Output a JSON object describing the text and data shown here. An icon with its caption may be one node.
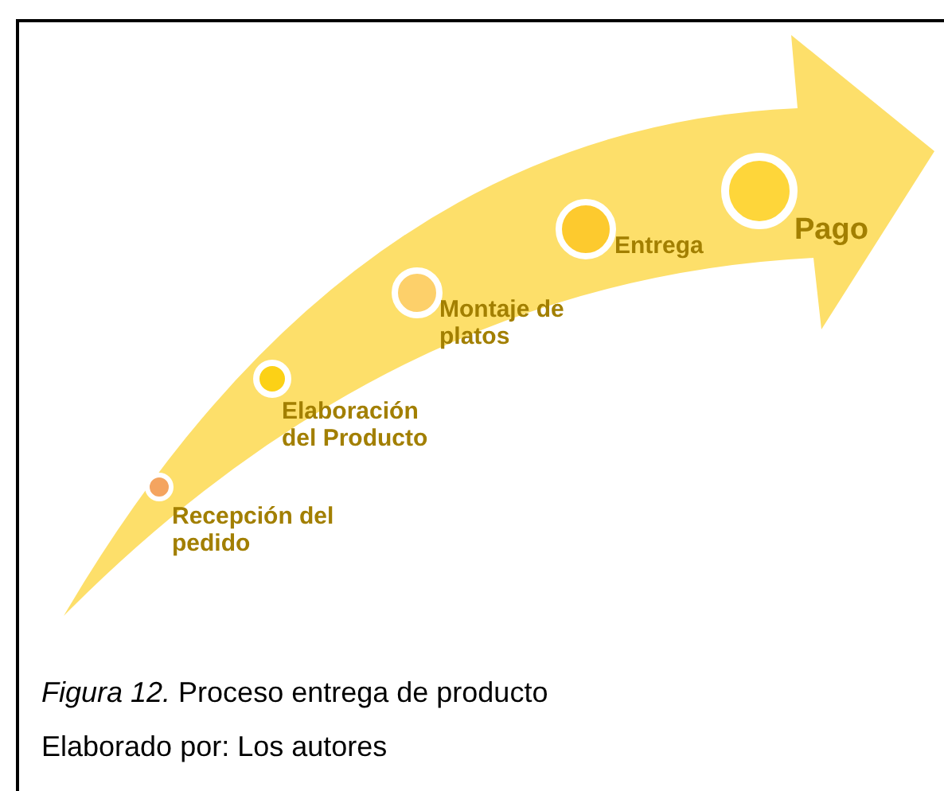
{
  "diagram": {
    "caption": "*Figura 12.* Proceso entrega de producto",
    "nodes": [
      {
        "text": [],
        "shape": "circle",
        "beside": [
          "Recepción del pedido"
        ]
      },
      {
        "text": [],
        "shape": "circle",
        "beside": [
          "Elaboración del Producto"
        ]
      },
      {
        "text": [],
        "shape": "circle",
        "beside": [
          "Montaje de platos"
        ]
      },
      {
        "text": [],
        "shape": "circle",
        "beside": [
          "Entrega"
        ]
      },
      {
        "text": [],
        "shape": "circle",
        "beside": [
          "Pago"
        ]
      }
    ],
    "labels": [
      "Elaborado por: Los autores"
    ]
  }
}
